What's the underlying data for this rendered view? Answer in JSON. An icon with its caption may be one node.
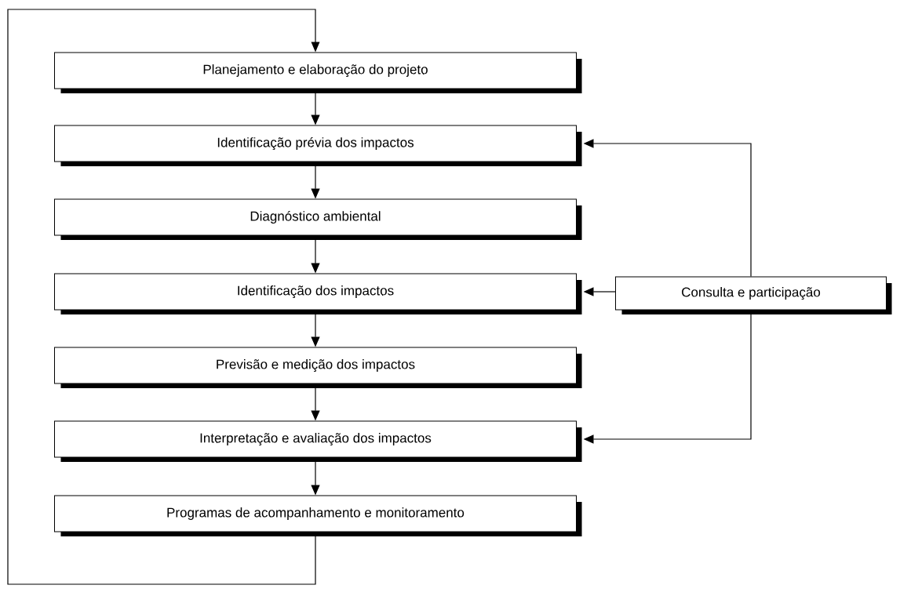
{
  "diagram": {
    "nodes": [
      {
        "text": [
          "Planejamento e elaboração do projeto"
        ]
      },
      {
        "text": [
          "Identificação prévia dos impactos"
        ]
      },
      {
        "text": [
          "Diagnóstico ambiental"
        ]
      },
      {
        "text": [
          "Identificação dos impactos"
        ]
      },
      {
        "text": [
          "Previsão e medição dos impactos"
        ]
      },
      {
        "text": [
          "Interpretação e avaliação dos impactos"
        ]
      },
      {
        "text": [
          "Programas de acompanhamento e monitoramento"
        ]
      },
      {
        "text": [
          "Consulta e participação"
        ]
      }
    ],
    "edges": [
      {
        "from": 0,
        "to": 1,
        "arrow": "to"
      },
      {
        "from": 1,
        "to": 2,
        "arrow": "to"
      },
      {
        "from": 2,
        "to": 3,
        "arrow": "to"
      },
      {
        "from": 3,
        "to": 4,
        "arrow": "to"
      },
      {
        "from": 4,
        "to": 5,
        "arrow": "to"
      },
      {
        "from": 5,
        "to": 6,
        "arrow": "to"
      },
      {
        "from": 6,
        "to": 0,
        "arrow": "to"
      },
      {
        "from": 7,
        "to": 1,
        "arrow": "to"
      },
      {
        "from": 7,
        "to": 3,
        "arrow": "to"
      },
      {
        "from": 7,
        "to": 5,
        "arrow": "to"
      }
    ]
  }
}
